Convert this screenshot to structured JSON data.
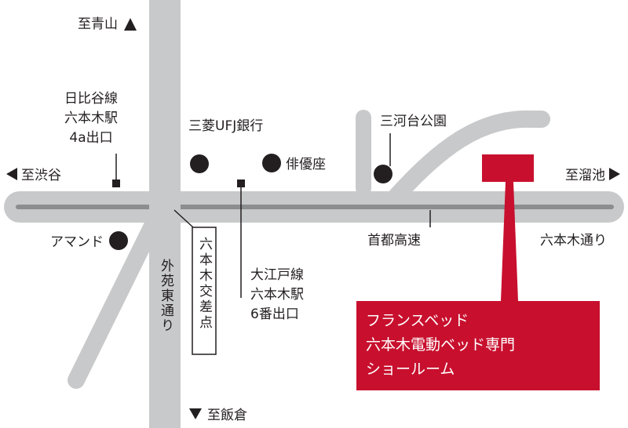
{
  "directions": {
    "north": "至青山",
    "west": "至渋谷",
    "east": "至溜池",
    "south": "至飯倉"
  },
  "roads": {
    "expressway": "首都高速",
    "roppongi_dori": "六本木通り",
    "gaien_higashi_dori": "外苑東通り",
    "intersection": "六本木交差点"
  },
  "stations": {
    "hibiya_line": [
      "日比谷線",
      "六本木駅",
      "4a出口"
    ],
    "oedo_line": [
      "大江戸線",
      "六本木駅",
      "6番出口"
    ]
  },
  "landmarks": {
    "bank": "三菱UFJ銀行",
    "theater": "俳優座",
    "park": "三河台公園",
    "almond": "アマンド"
  },
  "shop": {
    "lines": [
      "フランスベッド",
      "六本木電動ベッド専門",
      "ショールーム"
    ]
  },
  "colors": {
    "road": "#c8c9ca",
    "road_center_line": "#8c8d8f",
    "accent": "#c8102e",
    "ink": "#231f20"
  }
}
